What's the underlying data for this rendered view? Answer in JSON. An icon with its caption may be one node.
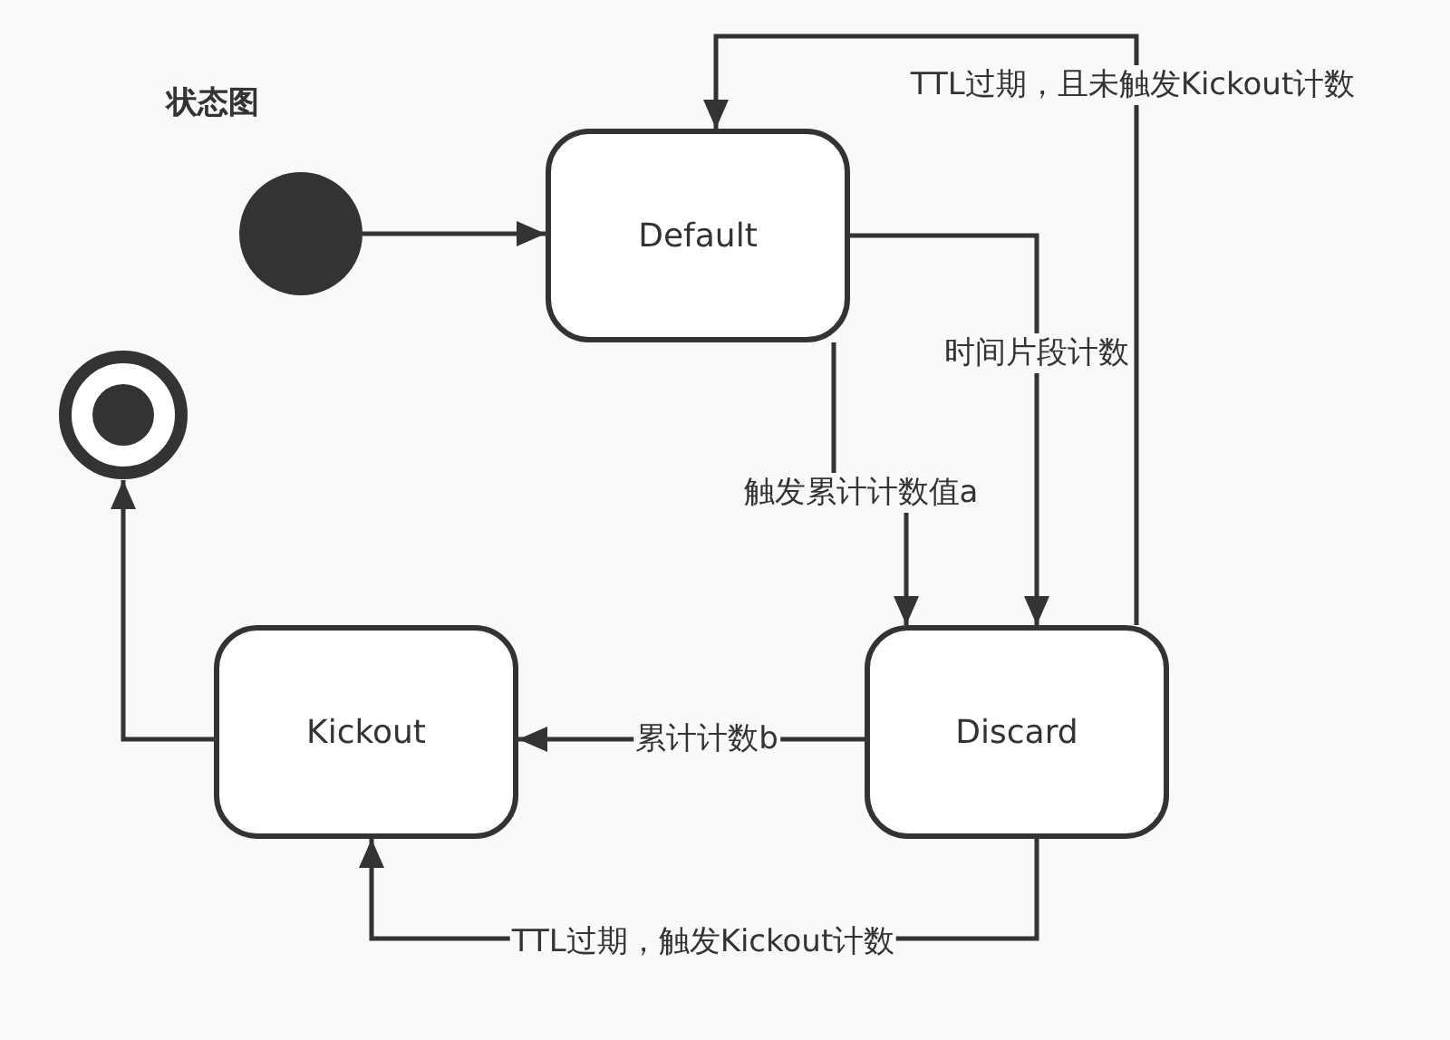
{
  "diagram": {
    "title": "状态图",
    "nodes": [
      {
        "text": [],
        "shape": "circle"
      },
      {
        "text": [
          "Default"
        ]
      },
      {
        "text": [],
        "shape": "circle"
      },
      {
        "text": [
          "Kickout"
        ]
      },
      {
        "text": [
          "Discard"
        ]
      }
    ],
    "edges": [
      {
        "from": 0,
        "to": 1,
        "arrow": "to"
      },
      {
        "from": 1,
        "to": 4,
        "arrow": "to",
        "label": "触发累计计数值a"
      },
      {
        "from": 1,
        "to": 4,
        "arrow": "to",
        "label": "时间片段计数"
      },
      {
        "from": 4,
        "to": 1,
        "arrow": "to",
        "label": "TTL过期，且未触发Kickout计数"
      },
      {
        "from": 4,
        "to": 3,
        "arrow": "to",
        "label": "累计计数b"
      },
      {
        "from": 4,
        "to": 3,
        "arrow": "to",
        "label": "TTL过期，触发Kickout计数"
      },
      {
        "from": 3,
        "to": 2,
        "arrow": "to"
      }
    ]
  }
}
